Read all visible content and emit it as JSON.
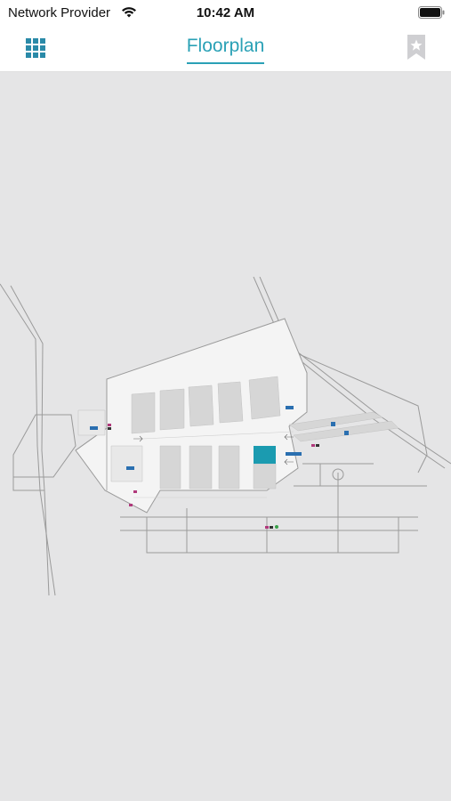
{
  "status": {
    "carrier": "Network Provider",
    "time": "10:42 AM"
  },
  "nav": {
    "title": "Floorplan",
    "accent_color": "#2aa1b6",
    "left_icon": "grid-icon",
    "right_icon": "bookmark-star-icon"
  },
  "map": {
    "background_color": "#e5e5e6",
    "highlight_color": "#1b9bb0"
  }
}
